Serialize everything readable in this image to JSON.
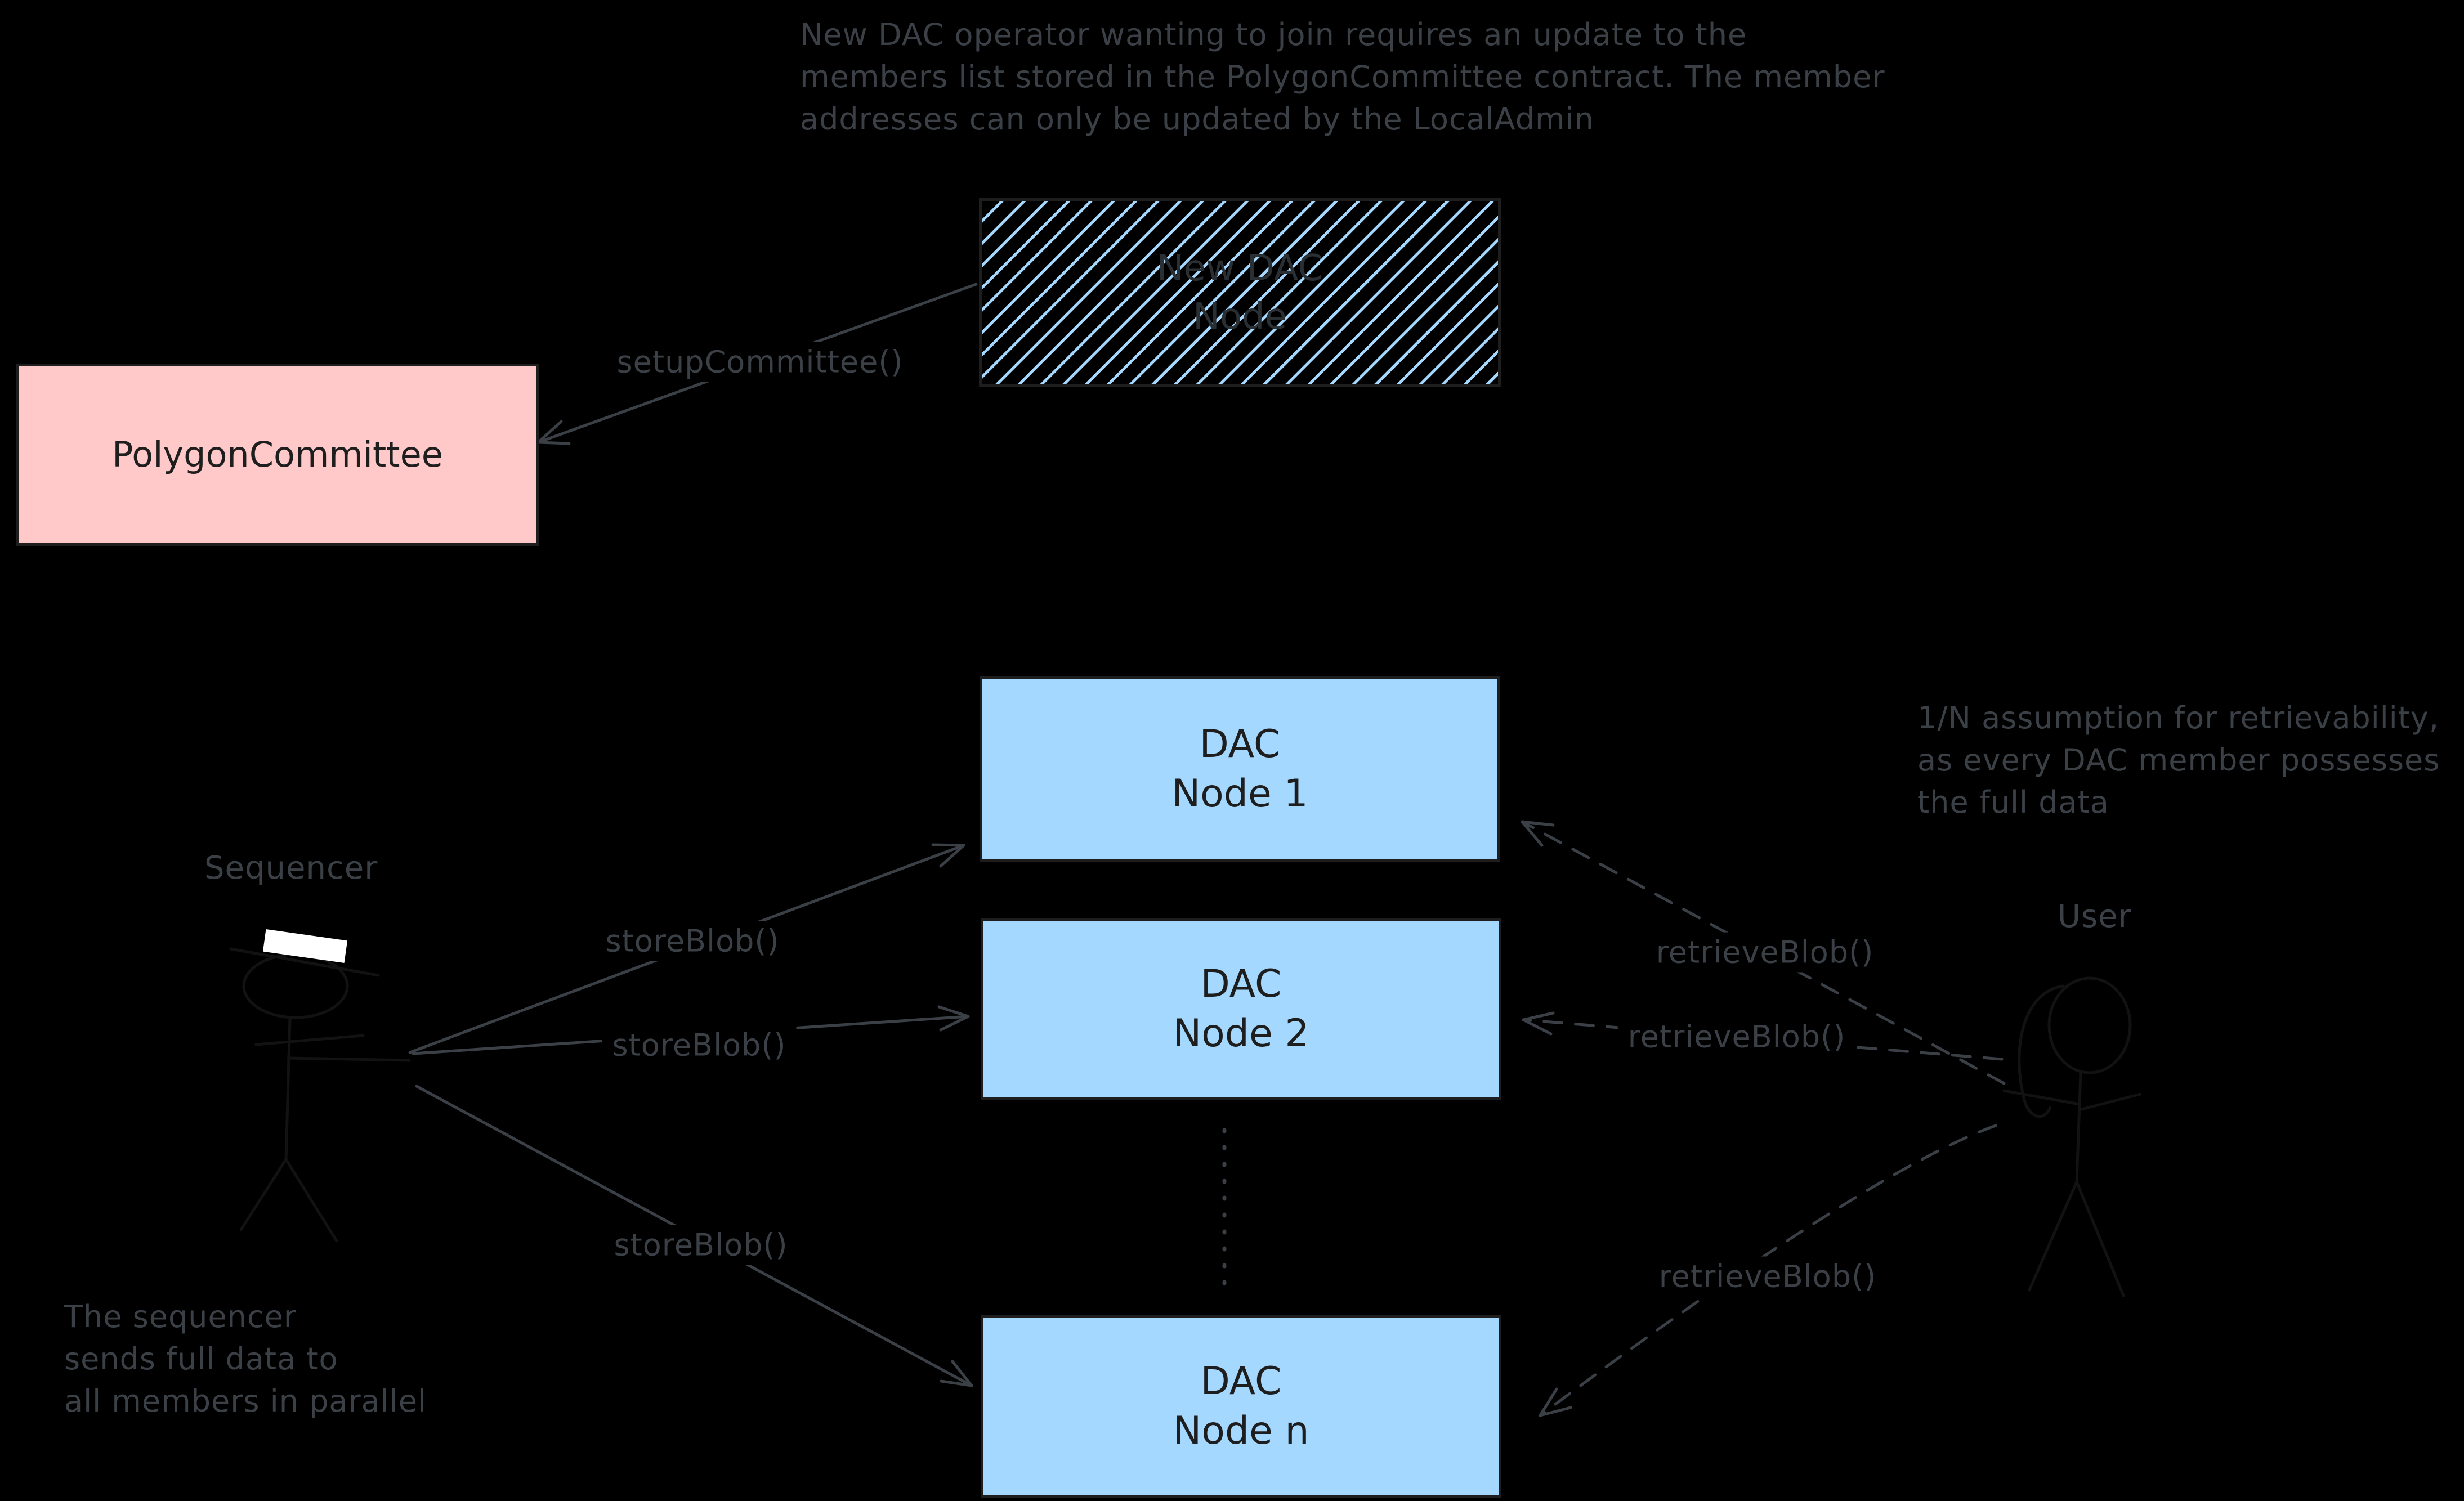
{
  "colors": {
    "background": "#000000",
    "annotation_gray": "#3a4046",
    "box_border": "#1e1e1e",
    "dac_node_fill": "#a5d8ff",
    "committee_fill": "#ffc9c9",
    "box_text": "#1e1e1e",
    "figure_stroke": "#121212",
    "hat_fill": "#ffffff"
  },
  "notes": {
    "join_note": {
      "lines": [
        "New DAC operator wanting to join requires an update to the",
        "members list stored in the PolygonCommittee contract. The member",
        "addresses can only be updated by the LocalAdmin"
      ]
    },
    "retrievability_note": {
      "lines": [
        "1/N assumption for retrievability,",
        "as every DAC member possesses",
        "the full data"
      ]
    },
    "sequencer_note": {
      "lines": [
        "The sequencer",
        "sends full data to",
        "all members in parallel"
      ]
    }
  },
  "actors": {
    "sequencer": {
      "label": "Sequencer"
    },
    "user": {
      "label": "User"
    }
  },
  "boxes": {
    "new_dac_node": {
      "line1": "New DAC",
      "line2": "Node"
    },
    "polygon_committee": {
      "label": "PolygonCommittee"
    },
    "dac_node_1": {
      "line1": "DAC",
      "line2": "Node 1"
    },
    "dac_node_2": {
      "line1": "DAC",
      "line2": "Node 2"
    },
    "dac_node_n": {
      "line1": "DAC",
      "line2": "Node n"
    }
  },
  "edges": {
    "setup_committee": {
      "label": "setupCommittee()"
    },
    "store_blob_node1": {
      "label": "storeBlob()"
    },
    "store_blob_node2": {
      "label": "storeBlob()"
    },
    "store_blob_node_n": {
      "label": "storeBlob()"
    },
    "retrieve_blob_node1": {
      "label": "retrieveBlob()"
    },
    "retrieve_blob_node2": {
      "label": "retrieveBlob()"
    },
    "retrieve_blob_node_n": {
      "label": "retrieveBlob()"
    }
  }
}
